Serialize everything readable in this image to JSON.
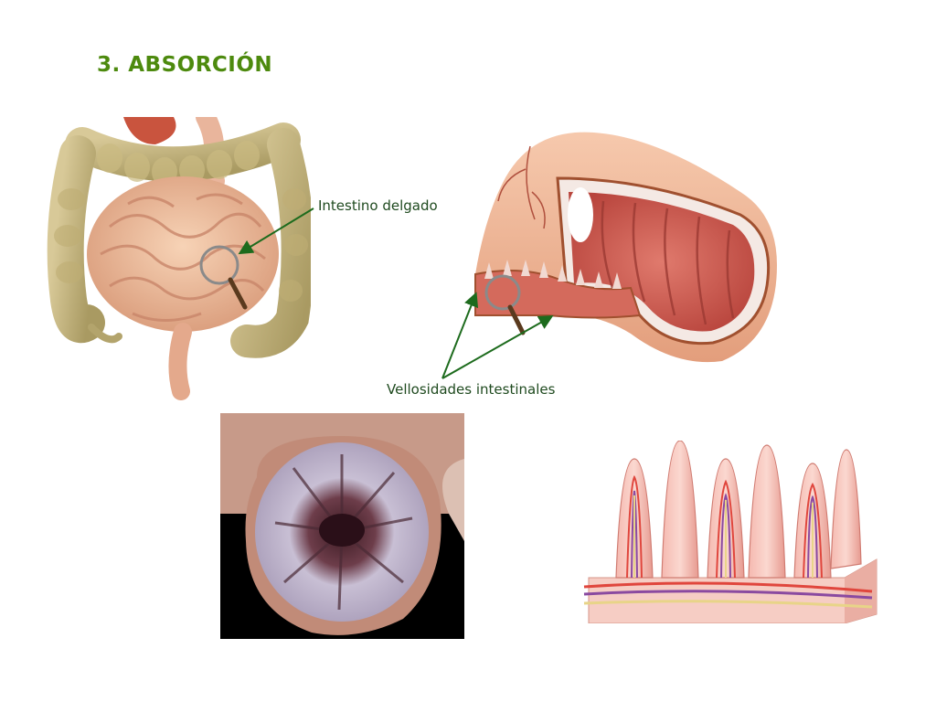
{
  "slide": {
    "title": "3. ABSORCIÓN"
  },
  "labels": {
    "small_intestine": "Intestino delgado",
    "villi": "Vellosidades intestinales"
  },
  "colors": {
    "title": "#4d8a0e",
    "label_text": "#1f4a1f",
    "arrow": "#1d6b1d"
  },
  "illustrations": [
    "digestive-tract-illustration",
    "intestine-section-illustration",
    "intestine-micrograph",
    "villi-illustration"
  ]
}
